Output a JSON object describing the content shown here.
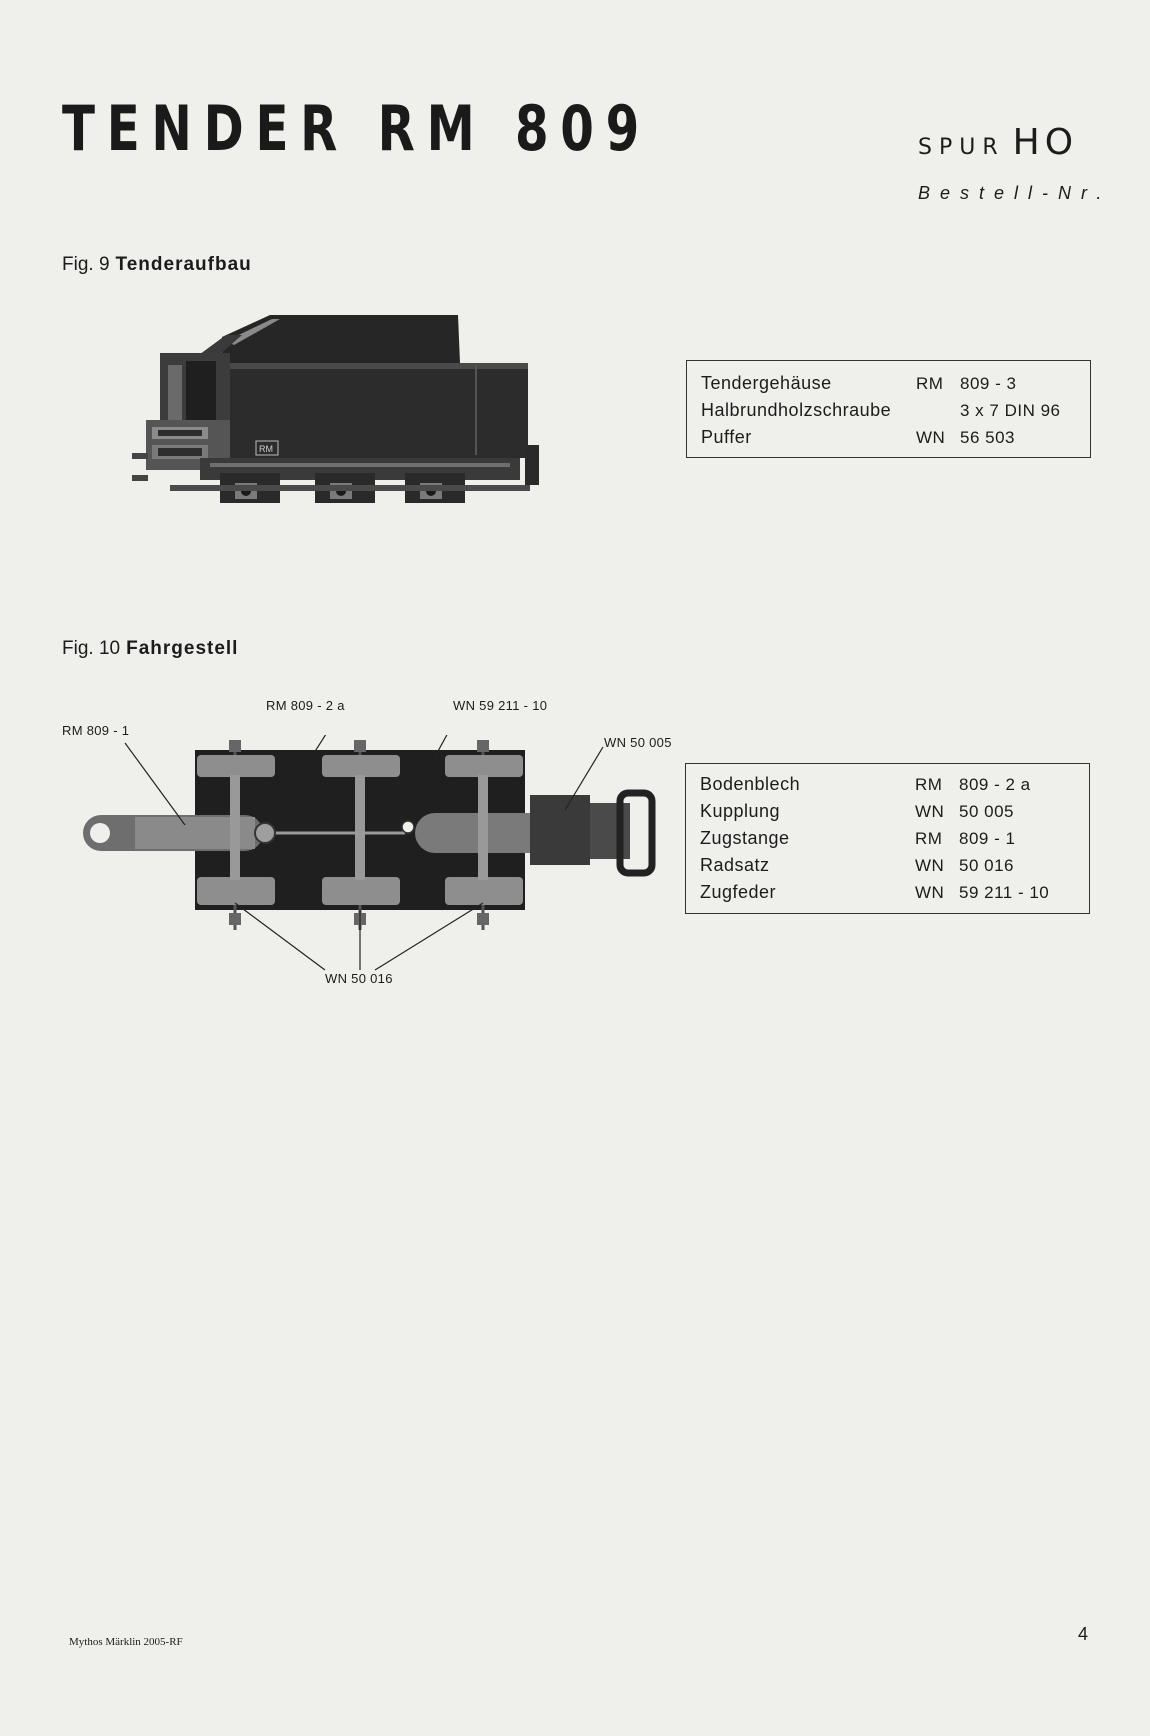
{
  "header": {
    "title": "TENDER RM 809",
    "spur_word": "SPUR",
    "spur_gauge": "HO",
    "bestell": "Bestell-Nr."
  },
  "fig9": {
    "number": "Fig. 9",
    "name": "Tenderaufbau",
    "emblem": "RM",
    "parts": [
      {
        "name": "Tendergehäuse",
        "code": "RM",
        "number": "809 - 3"
      },
      {
        "name": "Halbrundholzschraube",
        "code": "",
        "number": "3 x 7  DIN 96"
      },
      {
        "name": "Puffer",
        "code": "WN",
        "number": "56 503"
      }
    ]
  },
  "fig10": {
    "number": "Fig. 10",
    "name": "Fahrgestell",
    "callouts": {
      "rm809_1": "RM 809 - 1",
      "rm809_2a": "RM 809 - 2 a",
      "wn59211": "WN 59 211 - 10",
      "wn50005": "WN 50 005",
      "wn50016": "WN 50 016"
    },
    "parts": [
      {
        "name": "Bodenblech",
        "code": "RM",
        "number": "809 - 2 a"
      },
      {
        "name": "Kupplung",
        "code": "WN",
        "number": "50 005"
      },
      {
        "name": "Zugstange",
        "code": "RM",
        "number": "809 - 1"
      },
      {
        "name": "Radsatz",
        "code": "WN",
        "number": "50 016"
      },
      {
        "name": "Zugfeder",
        "code": "WN",
        "number": "59 211 - 10"
      }
    ]
  },
  "footer": {
    "source": "Mythos Märklin 2005-RF",
    "page": "4"
  }
}
